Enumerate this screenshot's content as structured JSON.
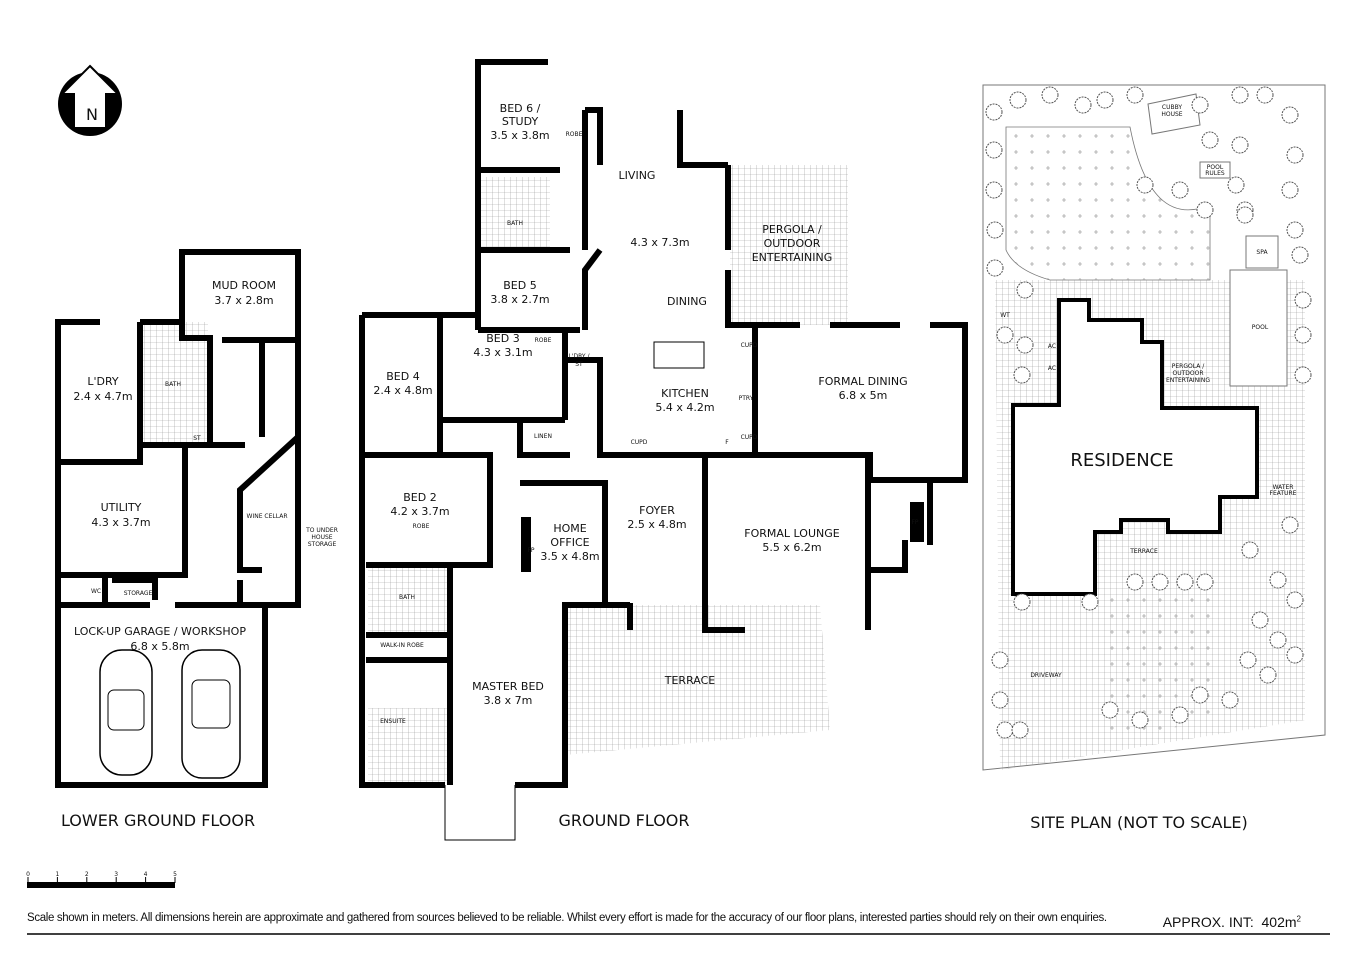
{
  "north_label": "N",
  "lower_ground": {
    "title": "LOWER GROUND FLOOR",
    "mud_room": {
      "name": "MUD ROOM",
      "size": "3.7 x 2.8m"
    },
    "laundry": {
      "name": "L'DRY",
      "size": "2.4 x 4.7m"
    },
    "bath": "BATH",
    "st": "ST",
    "utility": {
      "name": "UTILITY",
      "size": "4.3 x 3.7m"
    },
    "wine_cellar": "WINE CELLAR",
    "under_house": [
      "TO UNDER",
      "HOUSE",
      "STORAGE"
    ],
    "wc": "WC",
    "storage": "STORAGE",
    "garage": {
      "name": "LOCK-UP GARAGE / WORKSHOP",
      "size": "6.8 x 5.8m"
    }
  },
  "ground": {
    "title": "GROUND FLOOR",
    "bed6": {
      "name1": "BED 6 /",
      "name2": "STUDY",
      "size": "3.5 x 3.8m"
    },
    "robe6": "ROBE",
    "bath_upper": "BATH",
    "living": "LIVING",
    "living_size": "4.3 x 7.3m",
    "pergola": [
      "PERGOLA /",
      "OUTDOOR",
      "ENTERTAINING"
    ],
    "bed5": {
      "name": "BED 5",
      "size": "3.8 x 2.7m"
    },
    "dining": "DINING",
    "bed4": {
      "name": "BED 4",
      "size": "2.4 x 4.8m"
    },
    "bed3": {
      "name": "BED 3",
      "size": "4.3 x 3.1m"
    },
    "robe3": "ROBE",
    "ldry_st": [
      "L'DRY /",
      "ST"
    ],
    "linen": "LINEN",
    "kitchen": {
      "name": "KITCHEN",
      "size": "5.4 x 4.2m"
    },
    "cupd": "CUPD",
    "ptry": "PTRY",
    "fridge": "F",
    "formal_dining": {
      "name": "FORMAL DINING",
      "size": "6.8 x 5m"
    },
    "bed2": {
      "name": "BED 2",
      "size": "4.2 x 3.7m"
    },
    "robe2": "ROBE",
    "home_office": {
      "name1": "HOME",
      "name2": "OFFICE",
      "size": "3.5 x 4.8m"
    },
    "fp": "FP",
    "foyer": {
      "name": "FOYER",
      "size": "2.5 x 4.8m"
    },
    "formal_lounge": {
      "name": "FORMAL LOUNGE",
      "size": "5.5 x 6.2m"
    },
    "bath_lower": "BATH",
    "walk_in_robe": "WALK-IN ROBE",
    "master_bed": {
      "name": "MASTER BED",
      "size": "3.8 x 7m"
    },
    "ensuite": "ENSUITE",
    "terrace": "TERRACE"
  },
  "site": {
    "title": "SITE PLAN (NOT TO SCALE)",
    "residence": "RESIDENCE",
    "cubby": [
      "CUBBY",
      "HOUSE"
    ],
    "pool_rules": [
      "POOL",
      "RULES"
    ],
    "spa": "SPA",
    "pool": "POOL",
    "pergola": [
      "PERGOLA /",
      "OUTDOOR",
      "ENTERTAINING"
    ],
    "terrace": "TERRACE",
    "driveway": "DRIVEWAY",
    "water_feature": [
      "WATER",
      "FEATURE"
    ],
    "wt": "WT",
    "ac": "AC"
  },
  "scale": {
    "ticks": [
      "0",
      "1",
      "2",
      "3",
      "4",
      "5"
    ],
    "unit_note": "Scale shown in meters."
  },
  "approx_int": {
    "label": "APPROX. INT:",
    "value": "402m",
    "sup": "2"
  },
  "disclaimer": "Scale shown in meters. All dimensions herein are approximate and gathered from sources believed to be  reliable. Whilst every effort is made for the accuracy of our floor plans, interested parties should rely on their own enquiries."
}
